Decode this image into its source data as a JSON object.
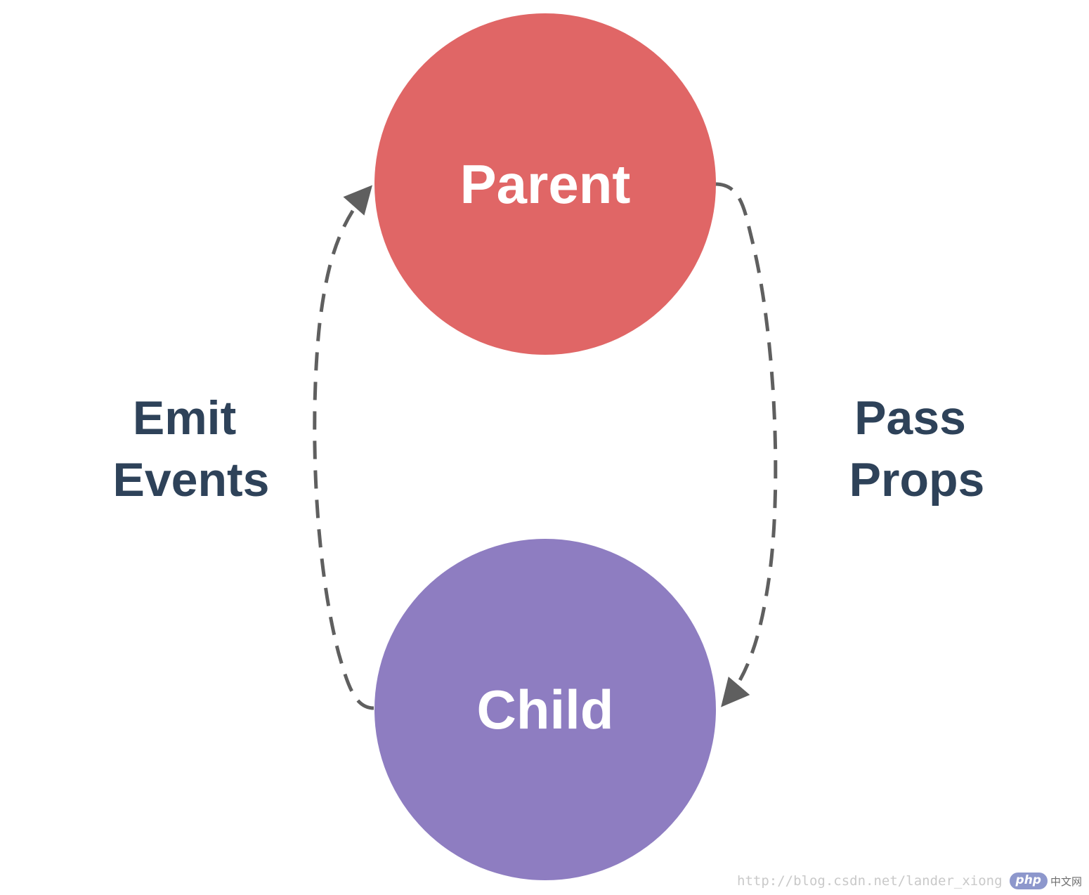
{
  "colors": {
    "parent_fill": "#e06666",
    "child_fill": "#8e7dc1",
    "node_text": "#ffffff",
    "label_text": "#2e4259",
    "edge_stroke": "#5f5f5f",
    "background": "#ffffff"
  },
  "nodes": {
    "parent": {
      "label": "Parent"
    },
    "child": {
      "label": "Child"
    }
  },
  "edges": {
    "pass_props": {
      "from": "parent",
      "to": "child",
      "style": "dashed",
      "label_lines": [
        "Pass",
        "Props"
      ]
    },
    "emit_events": {
      "from": "child",
      "to": "parent",
      "style": "dashed",
      "label_lines": [
        "Emit",
        "Events"
      ]
    }
  },
  "watermark": {
    "url": "http://blog.csdn.net/lander_xiong",
    "badge": "php",
    "site_cn": "中文网"
  }
}
